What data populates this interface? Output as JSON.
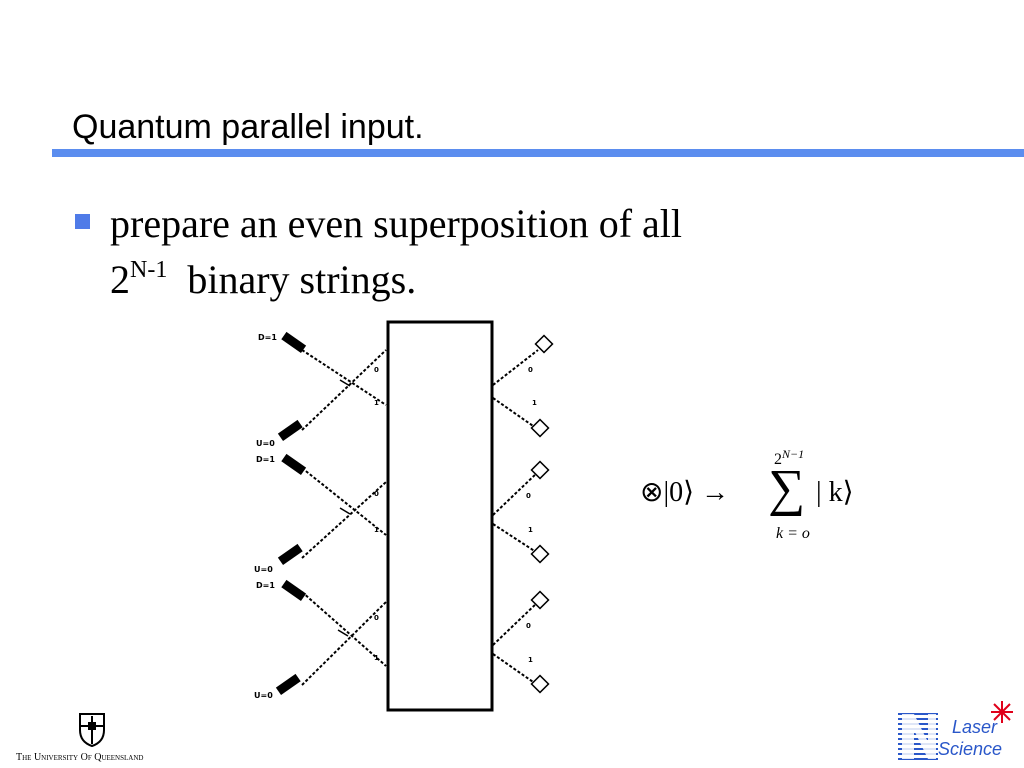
{
  "slide": {
    "title": "Quantum parallel input.",
    "bullet": {
      "line1": "prepare an even superposition of all",
      "base": "2",
      "exponent": "N-1",
      "line2_rest": "binary strings."
    }
  },
  "diagram": {
    "left_labels": [
      "D=1",
      "U=0",
      "D=1",
      "U=0",
      "D=1",
      "U=0"
    ],
    "in_port_labels": [
      "0",
      "1",
      "0",
      "1",
      "0",
      "1"
    ],
    "out_port_labels": [
      "0",
      "1",
      "0",
      "1",
      "0",
      "1"
    ]
  },
  "formula": {
    "prefix": "⊗|0⟩ →",
    "sigma": "∑",
    "ket": "| k⟩",
    "upper_base": "2",
    "upper_exp": "N−1",
    "lower": "k = o"
  },
  "footer": {
    "university_name": "The University Of Queensland",
    "lab_line1": "Laser",
    "lab_line2": "Science"
  },
  "colors": {
    "accent_rule": "#5b8def",
    "bullet": "#4f7be8",
    "lab_text": "#2a57c9",
    "laser_star": "#e0001a"
  }
}
